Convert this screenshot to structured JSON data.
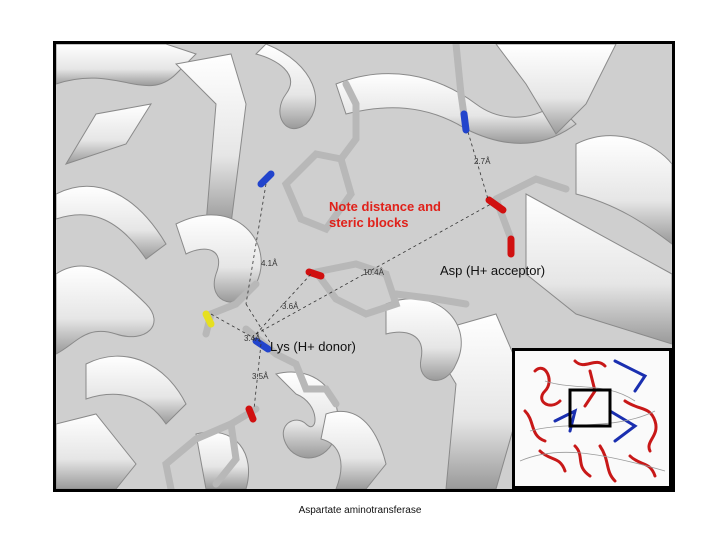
{
  "figure": {
    "distances": {
      "d1": "2.7Å",
      "d2": "4.1Å",
      "d3": "10.4Å",
      "d4": "3.6Å",
      "d5": "3.4Å",
      "d6": "3.5Å"
    },
    "residue_labels": {
      "asp": "Asp (H+ acceptor)",
      "lys": "Lys (H+ donor)"
    },
    "note": "Note distance and steric blocks",
    "colors": {
      "ribbon": "#f2f2f2",
      "background": "#d8d8d8",
      "note_red": "#e0211a",
      "oxygen": "#d01010",
      "nitrogen": "#2244cc",
      "sulfur": "#e6e020",
      "inset_red": "#c81818",
      "inset_blue": "#1a2fb0"
    }
  },
  "caption": "Aspartate aminotransferase"
}
